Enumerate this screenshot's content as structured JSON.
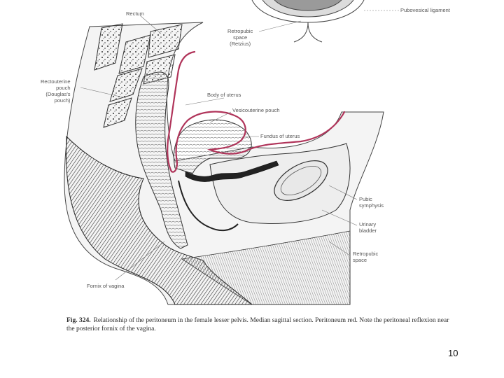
{
  "figure": {
    "labels": {
      "rectum": "Rectum",
      "pubovesical_ligament": "Pubovesical ligament",
      "retropubic_space_top": [
        "Retropubic",
        "space",
        "(Retzius)"
      ],
      "rectouterine_pouch": [
        "Rectouterine",
        "pouch",
        "(Douglas's",
        "pouch)"
      ],
      "body_of_uterus": "Body of uterus",
      "vesicouterine_pouch": "Vesicouterine pouch",
      "fundus_of_uterus": "Fundus of uterus",
      "pubic_symphysis": [
        "Pubic",
        "symphysis"
      ],
      "urinary_bladder": [
        "Urinary",
        "bladder"
      ],
      "retropubic_space_bottom": [
        "Retropubic",
        "space"
      ],
      "fornix_of_vagina": "Fornix of vagina"
    },
    "caption": {
      "number": "Fig. 324.",
      "text": "Relationship of the peritoneum in the female lesser pelvis. Median sagittal section. Peritoneum red. Note the peritoneal reflexion near the posterior fornix of the vagina."
    },
    "colors": {
      "peritoneum": "#b0345a",
      "ink": "#2a2a2a"
    }
  },
  "slide": {
    "page_number": "10"
  }
}
